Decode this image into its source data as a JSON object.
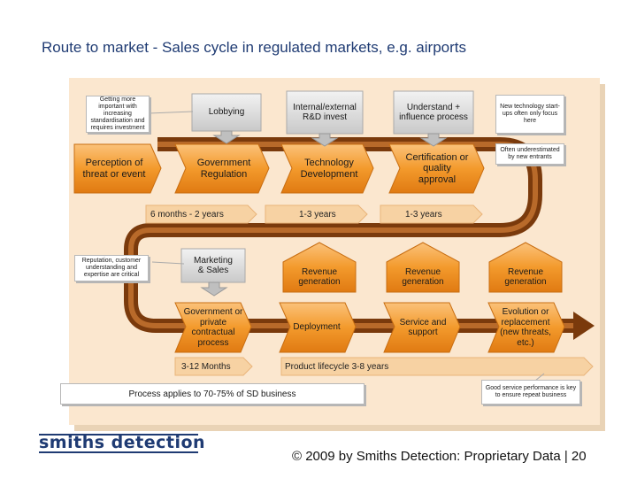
{
  "slide": {
    "title": "Route to market - Sales cycle in regulated markets, e.g. airports",
    "copyright": "© 2009 by Smiths Detection: Proprietary Data | 20",
    "logo_text": "smiths detection"
  },
  "notes": {
    "getting_more_important": "Getting more important with increasing standardisation and requires investment",
    "new_tech_startups": "New technology start-ups often only focus here",
    "often_underestimated": "Often underestimated by new entrants",
    "reputation": "Reputation, customer understanding and expertise are critical",
    "good_service": "Good service performance is key to ensure repeat business",
    "process_applies": "Process applies to 70-75% of SD business"
  },
  "top_row": {
    "lobbying": "Lobbying",
    "rd_invest": "Internal/external R&D invest",
    "understand_influence": "Understand + influence process"
  },
  "middle_row": {
    "perception": "Perception of threat or event",
    "government_regulation": "Government Regulation",
    "technology_development": "Technology Development",
    "certification": "Certification or quality approval"
  },
  "durations": {
    "six_months": "6 months - 2 years",
    "one_three_a": "1-3 years",
    "one_three_b": "1-3 years",
    "three_twelve": "3-12 Months",
    "lifecycle": "Product lifecycle 3-8 years"
  },
  "lower_row": {
    "marketing": "Marketing & Sales",
    "revenue_1": "Revenue generation",
    "revenue_2": "Revenue generation",
    "revenue_3": "Revenue generation"
  },
  "bottom_row": {
    "government_contract": "Government or private contractual process",
    "deployment": "Deployment",
    "service_support": "Service and support",
    "evolution": "Evolution or replacement (new threats, etc.)"
  },
  "colors": {
    "panel": "#fbe7cf",
    "process_orange": "#f39a2c",
    "arrow_brown": "#8a4614",
    "grey_box": "#d6d6d6",
    "title_blue": "#1f3b73"
  }
}
